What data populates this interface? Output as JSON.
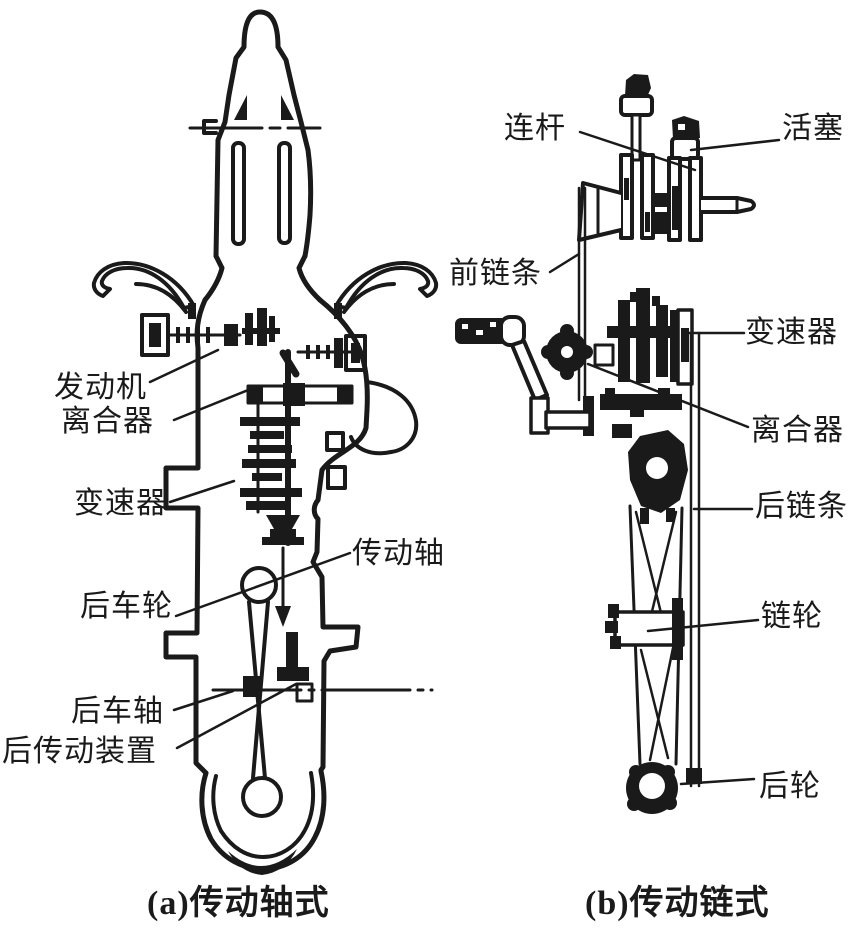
{
  "page": {
    "background": "#ffffff",
    "ink": "#1a1a1a"
  },
  "figure": {
    "panel_a": {
      "caption": "(a)传动轴式",
      "labels": {
        "engine": "发动机",
        "clutch": "离合器",
        "gearbox": "变速器",
        "rear_wheel": "后车轮",
        "drive_shaft": "传动轴",
        "rear_axle": "后车轴",
        "rear_drive_unit": "后传动装置"
      }
    },
    "panel_b": {
      "caption": "(b)传动链式",
      "labels": {
        "connecting_rod": "连杆",
        "piston": "活塞",
        "front_chain": "前链条",
        "gearbox": "变速器",
        "clutch": "离合器",
        "rear_chain": "后链条",
        "sprocket": "链轮",
        "rear_wheel": "后轮"
      }
    }
  }
}
